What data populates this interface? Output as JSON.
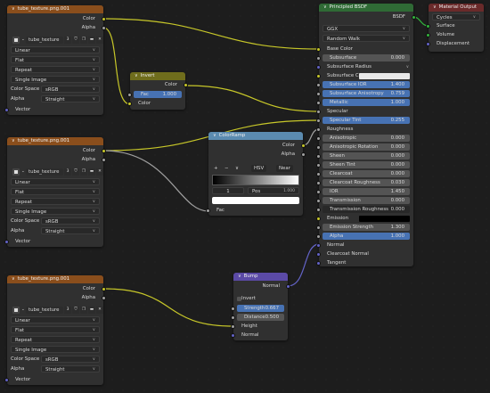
{
  "colors": {
    "image_socket_yellow": "#c7c729",
    "float_socket_grey": "#a1a1a1",
    "vector_socket_purple": "#6363c7",
    "shader_socket_green": "#33b33d",
    "selection_blue": "#4772b3"
  },
  "tex1": {
    "title": "tube_texture.png.001",
    "out_color": "Color",
    "out_alpha": "Alpha",
    "image_name": "tube_texture",
    "users": "3",
    "interpolation": "Linear",
    "projection": "Flat",
    "extension": "Repeat",
    "source": "Single Image",
    "colorspace_label": "Color Space",
    "colorspace": "sRGB",
    "alpha_label": "Alpha",
    "alpha_mode": "Straight",
    "vector": "Vector"
  },
  "tex2": {
    "title": "tube_texture.png.001",
    "out_color": "Color",
    "out_alpha": "Alpha",
    "image_name": "tube_texture",
    "users": "3",
    "interpolation": "Linear",
    "projection": "Flat",
    "extension": "Repeat",
    "source": "Single Image",
    "colorspace_label": "Color Space",
    "colorspace": "sRGB",
    "alpha_label": "Alpha",
    "alpha_mode": "Straight",
    "vector": "Vector"
  },
  "tex3": {
    "title": "tube_texture.png.001",
    "out_color": "Color",
    "out_alpha": "Alpha",
    "image_name": "tube_texture",
    "users": "3",
    "interpolation": "Linear",
    "projection": "Flat",
    "extension": "Repeat",
    "source": "Single Image",
    "colorspace_label": "Color Space",
    "colorspace": "sRGB",
    "alpha_label": "Alpha",
    "alpha_mode": "Straight",
    "vector": "Vector"
  },
  "invert": {
    "title": "Invert",
    "out_color": "Color",
    "fac_label": "Fac",
    "fac_value": "1.000",
    "in_color": "Color"
  },
  "ramp": {
    "title": "ColorRamp",
    "out_color": "Color",
    "out_alpha": "Alpha",
    "add": "+",
    "remove": "−",
    "menu": "∨",
    "color_mode": "HSV",
    "interp": "Near",
    "stop_index": "1",
    "pos_label": "Pos",
    "pos_value": "1.000",
    "in_fac": "Fac"
  },
  "bump": {
    "title": "Bump",
    "out_normal": "Normal",
    "invert_label": "Invert",
    "strength_label": "Strength",
    "strength_value": "0.667",
    "distance_label": "Distance",
    "distance_value": "0.500",
    "in_height": "Height",
    "in_normal": "Normal"
  },
  "bsdf": {
    "title": "Principled BSDF",
    "out_bsdf": "BSDF",
    "distribution": "GGX",
    "subsurface_method": "Random Walk",
    "inputs": [
      {
        "label": "Base Color"
      },
      {
        "label": "Subsurface",
        "value": "0.000"
      },
      {
        "label": "Subsurface Radius"
      },
      {
        "label": "Subsurface Color"
      },
      {
        "label": "Subsurface IOR",
        "value": "1.400"
      },
      {
        "label": "Subsurface Anisotropy",
        "value": "0.759"
      },
      {
        "label": "Metallic",
        "value": "1.000"
      },
      {
        "label": "Specular"
      },
      {
        "label": "Specular Tint",
        "value": "0.255"
      },
      {
        "label": "Roughness"
      },
      {
        "label": "Anisotropic",
        "value": "0.000"
      },
      {
        "label": "Anisotropic Rotation",
        "value": "0.000"
      },
      {
        "label": "Sheen",
        "value": "0.000"
      },
      {
        "label": "Sheen Tint",
        "value": "0.000"
      },
      {
        "label": "Clearcoat",
        "value": "0.000"
      },
      {
        "label": "Clearcoat Roughness",
        "value": "0.030"
      },
      {
        "label": "IOR",
        "value": "1.450"
      },
      {
        "label": "Transmission",
        "value": "0.000"
      },
      {
        "label": "Transmission Roughness",
        "value": "0.000"
      },
      {
        "label": "Emission"
      },
      {
        "label": "Emission Strength",
        "value": "1.300"
      },
      {
        "label": "Alpha",
        "value": "1.000"
      },
      {
        "label": "Normal"
      },
      {
        "label": "Clearcoat Normal"
      },
      {
        "label": "Tangent"
      }
    ]
  },
  "output": {
    "title": "Material Output",
    "target": "Cycles",
    "in_surface": "Surface",
    "in_volume": "Volume",
    "in_displacement": "Displacement"
  }
}
